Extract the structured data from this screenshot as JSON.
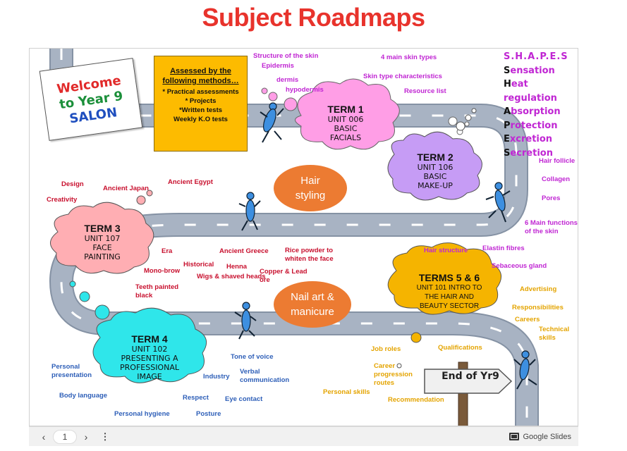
{
  "page": {
    "title": "Subject Roadmaps"
  },
  "welcome": {
    "line1": "Welcome",
    "line2": "to Year 9",
    "line3": "SALON"
  },
  "assessed": {
    "heading": "Assessed by the following methods…",
    "items": [
      "* Practical assessments",
      "* Projects",
      "*Written tests",
      "Weekly K.O tests"
    ]
  },
  "clouds": {
    "term1": {
      "title": "TERM 1",
      "lines": [
        "UNIT 006",
        "BASIC",
        "FACIALS"
      ]
    },
    "term2": {
      "title": "TERM 2",
      "lines": [
        "UNIT 106",
        "BASIC",
        "MAKE-UP"
      ]
    },
    "term3": {
      "title": "TERM 3",
      "lines": [
        "UNIT 107",
        "FACE",
        "PAINTING"
      ]
    },
    "term4": {
      "title": "TERM 4",
      "lines": [
        "UNIT 102",
        "PRESENTING A",
        "PROFESSIONAL",
        "IMAGE"
      ]
    },
    "term56": {
      "title": "TERMS 5 & 6",
      "lines": [
        "UNIT 101 INTRO TO",
        "THE HAIR AND",
        "BEAUTY SECTOR"
      ]
    }
  },
  "ovals": {
    "hair": {
      "line1": "Hair",
      "line2": "styling"
    },
    "nails": {
      "line1": "Nail art &",
      "line2": "manicure"
    }
  },
  "shapes": {
    "title": "S.H.A.P.E.S",
    "items": [
      {
        "first": "S",
        "rest": "ensation"
      },
      {
        "first": "H",
        "rest": "eat regulation"
      },
      {
        "first": "A",
        "rest": "bsorption"
      },
      {
        "first": "P",
        "rest": "rotection"
      },
      {
        "first": "E",
        "rest": "xcretion"
      },
      {
        "first": "S",
        "rest": "ecretion"
      }
    ]
  },
  "labels": {
    "skin_structure": "Structure of the skin",
    "epidermis": "Epidermis",
    "dermis": "dermis",
    "hypodermis": "hypodermis",
    "skin_types": "4 main skin types",
    "skin_type_char": "Skin type characteristics",
    "resource_list": "Resource list",
    "hair_follicle": "Hair follicle",
    "collagen": "Collagen",
    "pores": "Pores",
    "six_main": "6 Main functions of the skin",
    "elastin": "Elastin fibres",
    "hair_structure": "Hair structure",
    "sebaceous": "Sebaceous gland",
    "design": "Design",
    "ancient_japan": "Ancient Japan",
    "ancient_egypt": "Ancient Egypt",
    "creativity": "Creativity",
    "era": "Era",
    "ancient_greece": "Ancient Greece",
    "rice_powder": "Rice powder to whiten the face",
    "mono_brow": "Mono-brow",
    "historical": "Historical",
    "henna": "Henna",
    "copper_lead": "Copper & Lead ore",
    "wigs": "Wigs & shaved heads",
    "teeth": "Teeth painted black",
    "advertising": "Advertising",
    "responsibilities": "Responsibilities",
    "careers": "Careers",
    "technical": "Technical skills",
    "job_roles": "Job roles",
    "qualifications": "Qualifications",
    "career_prog": "Career progression routes",
    "personal_skills": "Personal skills",
    "recommendation": "Recommendation",
    "personal_pres": "Personal presentation",
    "tone": "Tone of voice",
    "industry": "Industry",
    "verbal": "Verbal communication",
    "body_lang": "Body language",
    "respect": "Respect",
    "eye_contact": "Eye contact",
    "hygiene": "Personal hygiene",
    "posture": "Posture"
  },
  "end_sign": "End of Yr9",
  "toolbar": {
    "prev": "‹",
    "page_number": "1",
    "next": "›",
    "more": "⋮",
    "brand": "Google Slides"
  },
  "icons": {
    "prev": "chevron-left-icon",
    "next": "chevron-right-icon",
    "more": "more-vert-icon",
    "brand": "google-slides-icon",
    "runner": "running-figure-icon"
  },
  "colors": {
    "title": "#e8332c",
    "road": "#9aa7b8",
    "assessed_box": "#fdbb00",
    "term1_cloud": "#ff9ee6",
    "term2_cloud": "#c69cf5",
    "term3_cloud": "#ffaeb3",
    "term4_cloud": "#2fe6ea",
    "term56_cloud": "#f5b400",
    "oval": "#ec7b32"
  }
}
